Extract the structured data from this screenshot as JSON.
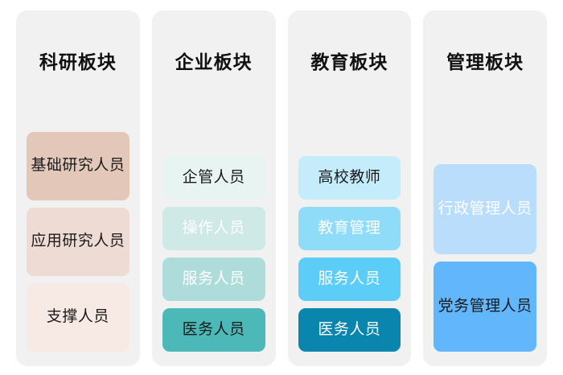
{
  "diagram": {
    "title_row_visible": true,
    "background": "#ffffff",
    "panel_bg": "#f1f1f1",
    "columns": [
      {
        "key": "research",
        "header": "科研板块",
        "cards": [
          {
            "label": "基础研究人员",
            "bg": "#e3c8ba",
            "fg": "#1a1a1a",
            "size": "h2"
          },
          {
            "label": "应用研究人员",
            "bg": "#eedcd4",
            "fg": "#1a1a1a",
            "size": "h2"
          },
          {
            "label": "支撑人员",
            "bg": "#f7e9e4",
            "fg": "#1a1a1a",
            "size": "h2"
          }
        ]
      },
      {
        "key": "enterprise",
        "header": "企业板块",
        "cards": [
          {
            "label": "企管人员",
            "bg": "#e8f4f2",
            "fg": "#1a1a1a",
            "size": "h1"
          },
          {
            "label": "操作人员",
            "bg": "#cfe9e6",
            "fg": "#ffffff",
            "size": "h1"
          },
          {
            "label": "服务人员",
            "bg": "#aedcda",
            "fg": "#ffffff",
            "size": "h1"
          },
          {
            "label": "医务人员",
            "bg": "#4cb9b8",
            "fg": "#1a1a1a",
            "size": "h1"
          }
        ]
      },
      {
        "key": "education",
        "header": "教育板块",
        "cards": [
          {
            "label": "高校教师",
            "bg": "#c5ecfb",
            "fg": "#1a1a1a",
            "size": "h1"
          },
          {
            "label": "教育管理",
            "bg": "#8fdcf9",
            "fg": "#ffffff",
            "size": "h1"
          },
          {
            "label": "服务人员",
            "bg": "#5ccdf7",
            "fg": "#ffffff",
            "size": "h1"
          },
          {
            "label": "医务人员",
            "bg": "#0a85ad",
            "fg": "#ffffff",
            "size": "h1"
          }
        ]
      },
      {
        "key": "management",
        "header": "管理板块",
        "cards": [
          {
            "label": "行政管理人员",
            "bg": "#b9ddfb",
            "fg": "#ffffff",
            "size": "h3"
          },
          {
            "label": "党务管理人员",
            "bg": "#62b6fb",
            "fg": "#1a1a1a",
            "size": "h3"
          }
        ]
      }
    ]
  }
}
